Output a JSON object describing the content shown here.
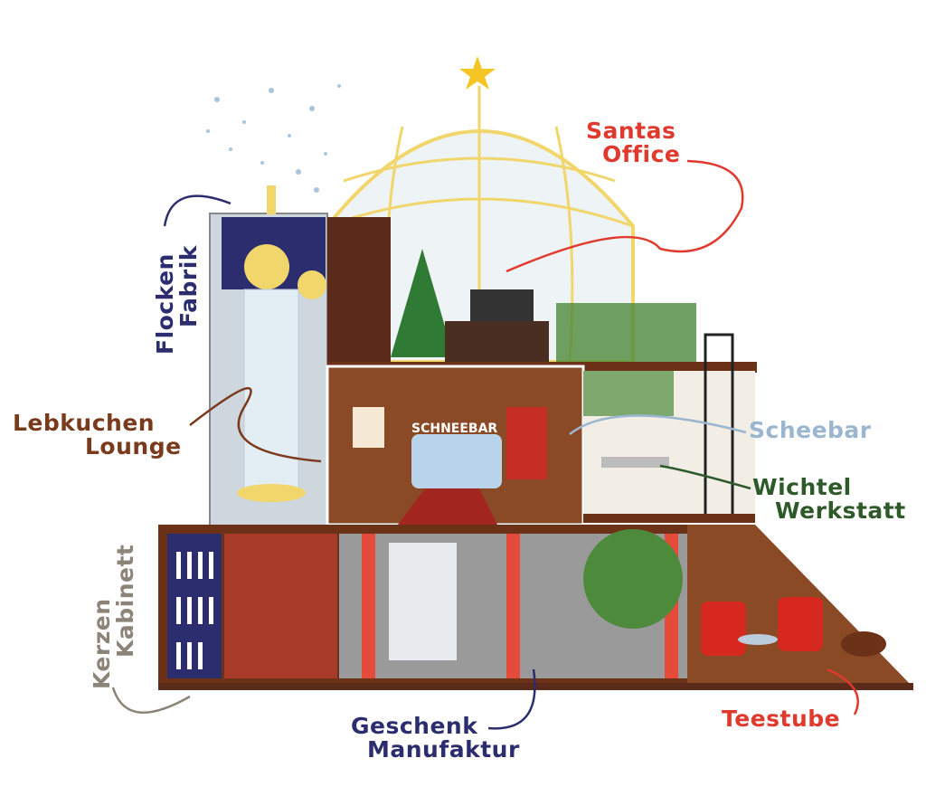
{
  "labels": {
    "santas_office": [
      "Santas",
      "Office"
    ],
    "flocken_fabrik": [
      "Flocken",
      "Fabrik"
    ],
    "lebkuchen_lounge": [
      "Lebkuchen",
      "Lounge"
    ],
    "scheebar": "Scheebar",
    "wichtel_werkstatt": [
      "Wichtel",
      "Werkstatt"
    ],
    "kerzen_kabinett": [
      "Kerzen",
      "Kabinett"
    ],
    "geschenk_manufaktur": [
      "Geschenk",
      "Manufaktur"
    ],
    "teestube": "Teestube"
  },
  "signs": {
    "schneebar": "SCHNEEBAR"
  },
  "colors": {
    "santas_office": "#e03a2e",
    "flocken_fabrik": "#2b2d6e",
    "lebkuchen_lounge": "#7a3a1c",
    "scheebar": "#9bb7cf",
    "wichtel_werkstatt": "#2e5a2a",
    "kerzen_kabinett": "#8c8478",
    "geschenk_manufaktur": "#2b2d6e",
    "teestube": "#e03a2e"
  }
}
